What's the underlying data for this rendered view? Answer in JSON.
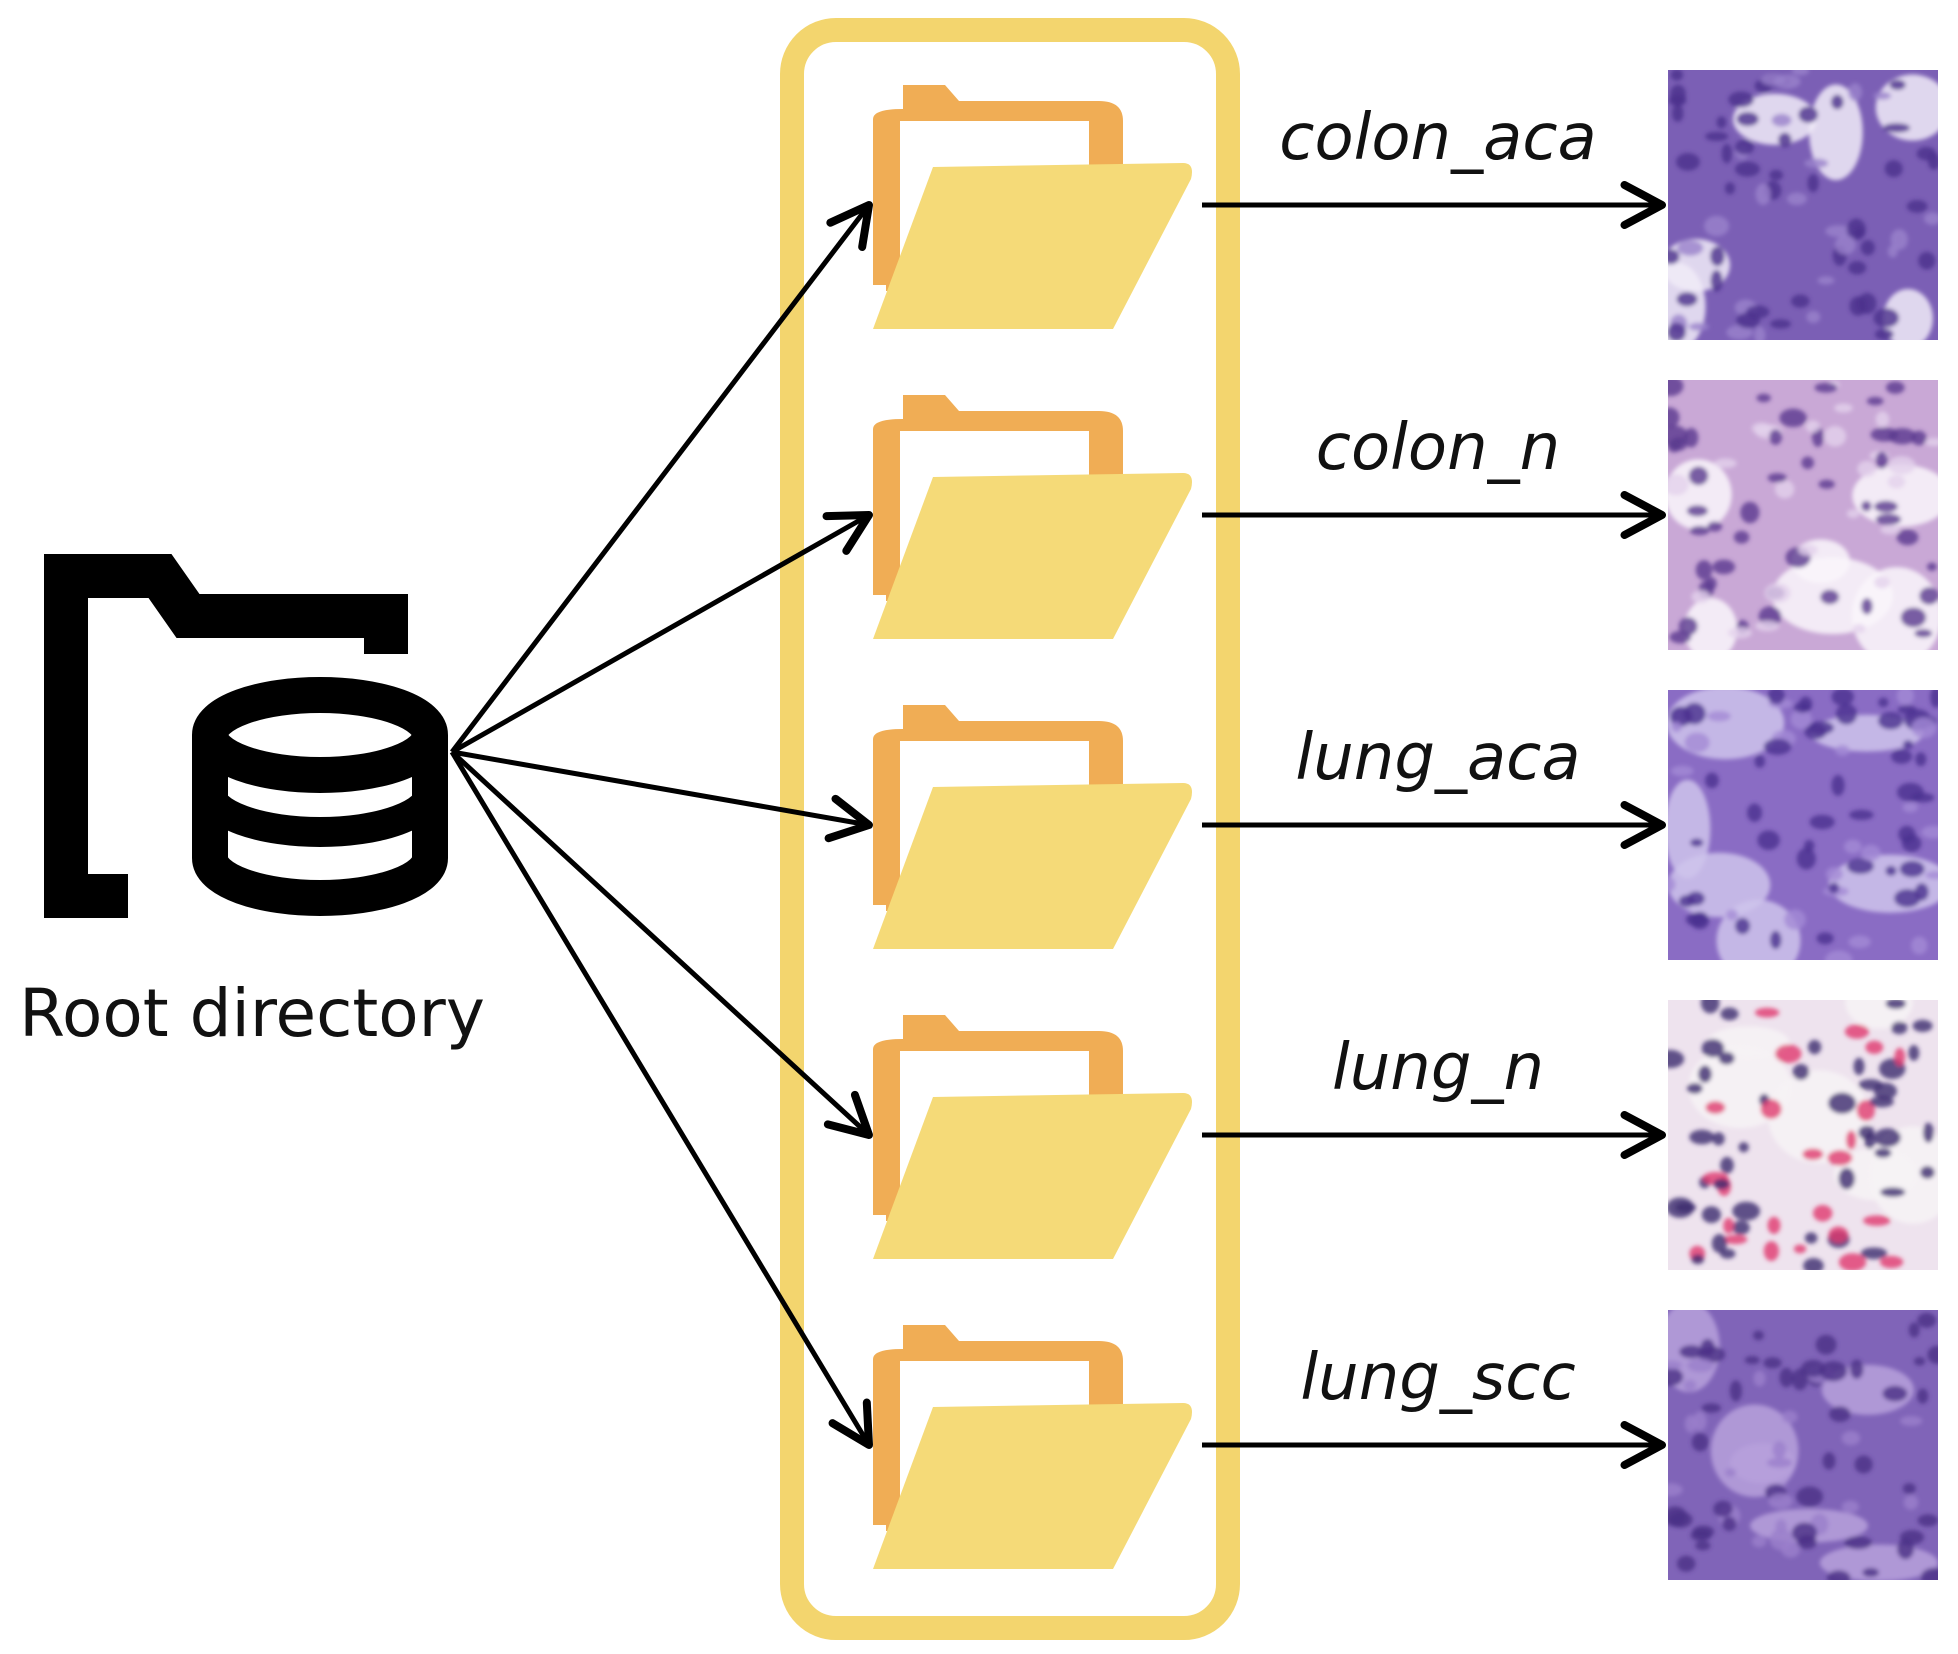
{
  "root": {
    "label": "Root directory",
    "icon": "database-folder-icon",
    "color": "#000000"
  },
  "group_frame_color": "#f3d56e",
  "folder_colors": {
    "front": "#f5da78",
    "back": "#f0ad55",
    "paper": "#ffffff"
  },
  "arrow_color": "#000000",
  "categories": [
    {
      "label": "colon_aca",
      "icon": "folder-icon",
      "sample": "colon-adenocarcinoma-tissue-image"
    },
    {
      "label": "colon_n",
      "icon": "folder-icon",
      "sample": "colon-benign-tissue-image"
    },
    {
      "label": "lung_aca",
      "icon": "folder-icon",
      "sample": "lung-adenocarcinoma-tissue-image"
    },
    {
      "label": "lung_n",
      "icon": "folder-icon",
      "sample": "lung-benign-tissue-image"
    },
    {
      "label": "lung_scc",
      "icon": "folder-icon",
      "sample": "lung-squamous-cell-carcinoma-tissue-image"
    }
  ]
}
